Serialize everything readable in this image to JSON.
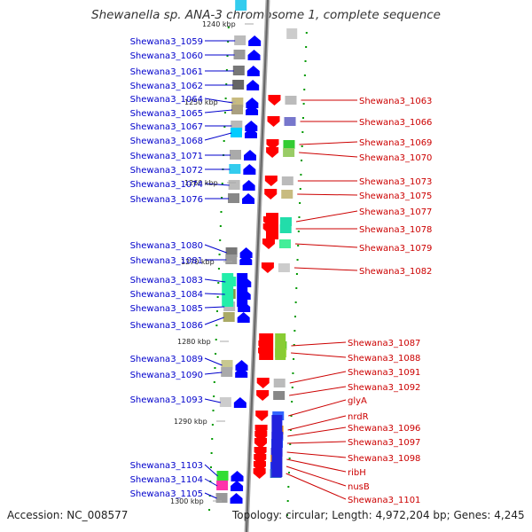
{
  "title": "Shewanella sp. ANA-3 chromosome 1, complete sequence",
  "footer": {
    "accession": "Accession: NC_008577",
    "summary": "Topology: circular; Length: 4,972,204 bp; Genes: 4,245"
  },
  "colors": {
    "left_label": "#0000cc",
    "right_label": "#cc0000",
    "left_arrow": "#0000ff",
    "right_arrow": "#ff0000",
    "backbone": "#888888",
    "tick": "#009900"
  },
  "ruler": [
    "1240 kbp",
    "1250 kbp",
    "1260 kbp",
    "1270 kbp",
    "1280 kbp",
    "1290 kbp",
    "1300 kbp"
  ],
  "left_genes": [
    "Shewana3_1059",
    "Shewana3_1060",
    "Shewana3_1061",
    "Shewana3_1062",
    "Shewana3_1064",
    "Shewana3_1065",
    "Shewana3_1067",
    "Shewana3_1068",
    "Shewana3_1071",
    "Shewana3_1072",
    "Shewana3_1074",
    "Shewana3_1076",
    "Shewana3_1080",
    "Shewana3_1081",
    "Shewana3_1083",
    "Shewana3_1084",
    "Shewana3_1085",
    "Shewana3_1086",
    "Shewana3_1089",
    "Shewana3_1090",
    "Shewana3_1093",
    "Shewana3_1103",
    "Shewana3_1104",
    "Shewana3_1105"
  ],
  "right_genes": [
    "Shewana3_1063",
    "Shewana3_1066",
    "Shewana3_1069",
    "Shewana3_1070",
    "Shewana3_1073",
    "Shewana3_1075",
    "Shewana3_1077",
    "Shewana3_1078",
    "Shewana3_1079",
    "Shewana3_1082",
    "Shewana3_1087",
    "Shewana3_1088",
    "Shewana3_1091",
    "Shewana3_1092",
    "glyA",
    "nrdR",
    "Shewana3_1096",
    "Shewana3_1097",
    "Shewana3_1098",
    "ribH",
    "nusB",
    "Shewana3_1101"
  ]
}
